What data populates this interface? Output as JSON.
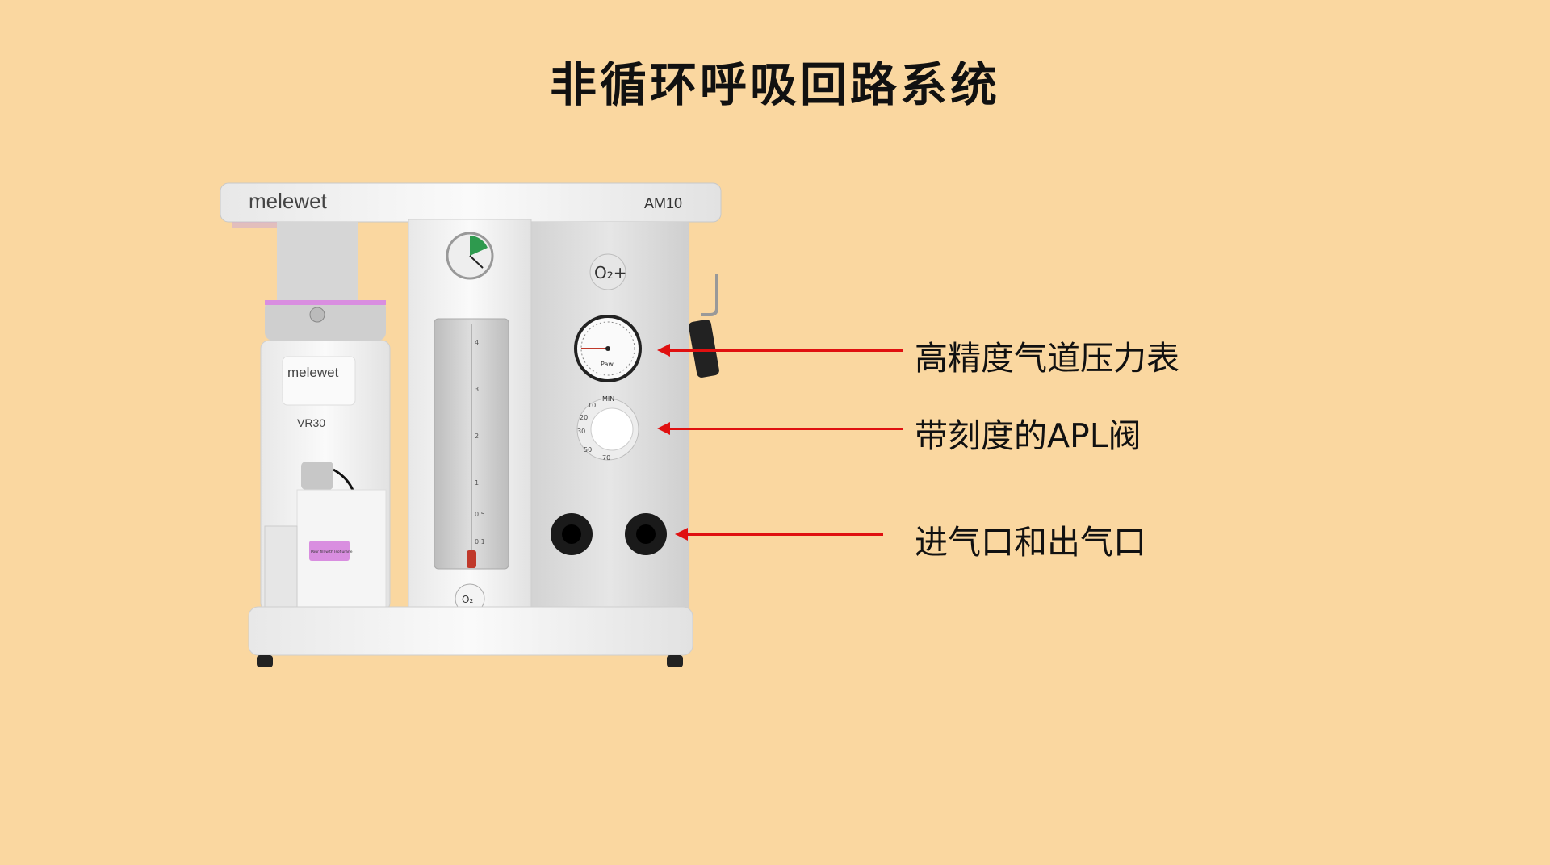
{
  "slide": {
    "title": "非循环呼吸回路系统",
    "background": "#FAD7A0"
  },
  "machine": {
    "brand": "melewet",
    "model": "AM10",
    "vaporizer_brand": "melewet",
    "vaporizer_model": "VR30",
    "vaporizer_label": "Pour fill with Isoflurane",
    "o2_flush_label": "O₂+",
    "flow_knob_label": "O₂",
    "flowmeter_scale": [
      "4",
      "3",
      "2",
      "1",
      "0.5",
      "0.1"
    ],
    "gauge_unit": "Paw",
    "apl_min_label": "MIN",
    "apl_scale": [
      "10",
      "20",
      "30",
      "50",
      "70"
    ]
  },
  "annotations": [
    {
      "text": "高精度气道压力表",
      "target": "pressure-gauge"
    },
    {
      "text": "带刻度的APL阀",
      "target": "apl-valve"
    },
    {
      "text": "进气口和出气口",
      "target": "ports"
    }
  ],
  "colors": {
    "arrow": "#E01010",
    "accent_pink": "#D98EE0",
    "gauge_green": "#2E9A4E"
  }
}
